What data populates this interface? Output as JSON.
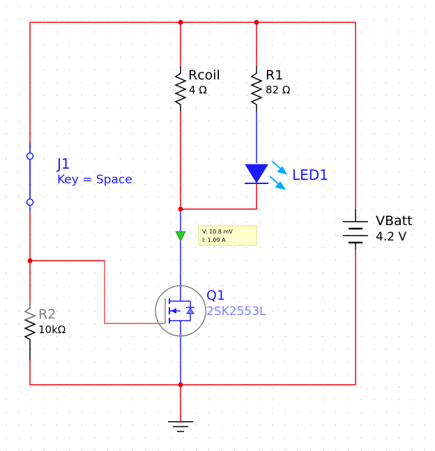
{
  "colors": {
    "wire_red": "#e8000b",
    "wire_blue": "#1c1cff",
    "wire_pink": "#ee7777",
    "component_gray": "#808080",
    "led_cyan": "#00aaff",
    "probe_bg": "#ffffcc",
    "probe_arrow": "#22cc22",
    "grid_dot": "#999999"
  },
  "components": {
    "rcoil": {
      "name": "Rcoil",
      "value": "4 Ω"
    },
    "r1": {
      "name": "R1",
      "value": "82 Ω"
    },
    "led1": {
      "name": "LED1"
    },
    "j1": {
      "name": "J1",
      "key": "Key = Space"
    },
    "vbatt": {
      "name": "VBatt",
      "value": "4.2 V"
    },
    "r2": {
      "name": "R2",
      "value": "10kΩ"
    },
    "q1": {
      "name": "Q1",
      "part": "2SK2553L"
    }
  },
  "probe": {
    "voltage": "V: 10.8 mV",
    "current": "I: 1.09 A"
  },
  "icons": {
    "ground": "ground-icon",
    "probe_marker": "probe-arrow-icon",
    "switch": "pushbutton-switch-icon",
    "battery": "battery-icon",
    "mosfet": "nmos-transistor-icon",
    "led": "led-icon"
  }
}
